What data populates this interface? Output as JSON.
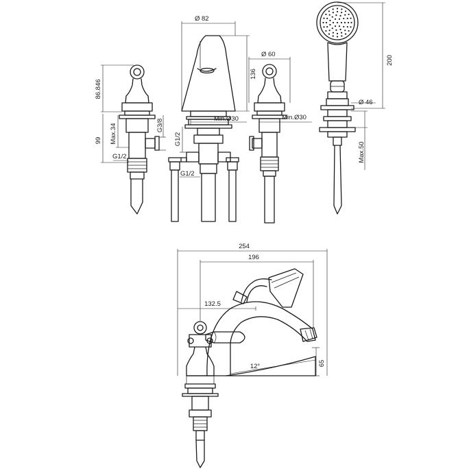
{
  "dimensions": {
    "handle_height": "86.846",
    "tail_height": "99",
    "max_34": "Max.34",
    "g38": "G3/8",
    "g12_left": "G1/2",
    "g12_spout_vert": "G1/2",
    "g12_spout_horiz": "G1/2",
    "spout_diameter": "Ø 82",
    "spout_height": "136",
    "min_30_spout": "Min.Ø30",
    "handle_diameter": "Ø 60",
    "min_30_handle": "Min.Ø30",
    "shower_height": "200",
    "shower_diameter": "Ø 46",
    "max_50": "Max.50",
    "overall_width": "254",
    "spout_reach": "196",
    "center_offset": "132.5",
    "angle": "12°",
    "outlet_height": "65"
  }
}
